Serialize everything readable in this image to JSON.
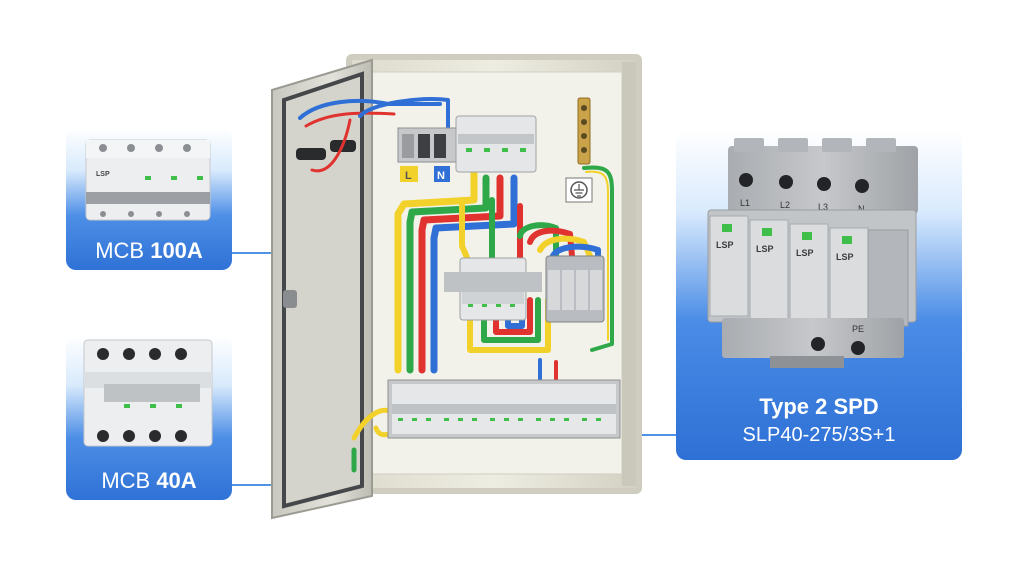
{
  "callouts": {
    "mcb100": {
      "prefix": "MCB ",
      "value": "100A"
    },
    "mcb40": {
      "prefix": "MCB ",
      "value": "40A"
    },
    "spd": {
      "title": "Type 2 SPD",
      "model": "SLP40-275/3S+1"
    }
  },
  "brand": "LSP",
  "terminals": {
    "l": "L",
    "n": "N",
    "spd_poles": [
      "L1",
      "L2",
      "L3",
      "N"
    ],
    "pe": "PE"
  },
  "colors": {
    "accent": "#3a7fe0",
    "wire_red": "#e0332f",
    "wire_yellow": "#f2d12a",
    "wire_green": "#2fa84a",
    "wire_blue": "#2f6fd6",
    "enclosure": "#e6e5d8",
    "spd_housing": "#b9bcc0"
  }
}
